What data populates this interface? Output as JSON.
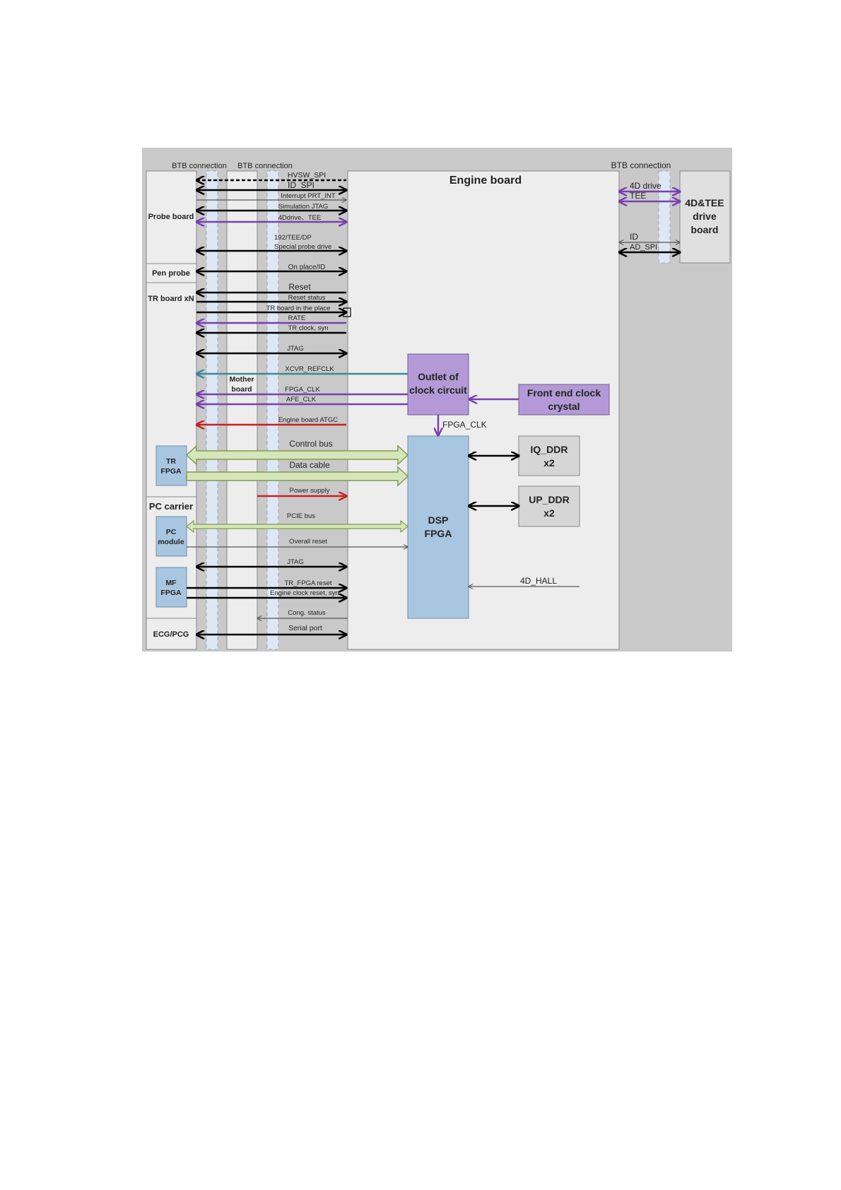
{
  "headers": {
    "btb_left_1": "BTB connection",
    "btb_left_2": "BTB connection",
    "btb_right": "BTB connection"
  },
  "boards": {
    "probe_board": "Probe board",
    "pen_probe": "Pen probe",
    "tr_board": "TR board xN",
    "pc_carrier": "PC carrier",
    "ecg_pcg": "ECG/PCG",
    "mother_board": [
      "Mother",
      "board"
    ],
    "engine_board": "Engine board",
    "drive_board": [
      "4D&TEE",
      "drive",
      "board"
    ]
  },
  "chips": {
    "tr_fpga": [
      "TR",
      "FPGA"
    ],
    "pc_module": [
      "PC",
      "module"
    ],
    "mf_fpga": [
      "MF",
      "FPGA"
    ],
    "outlet_clock": [
      "Outlet of",
      "clock circuit"
    ],
    "front_end_clock": [
      "Front end clock",
      "crystal"
    ],
    "dsp_fpga": [
      "DSP",
      "FPGA"
    ],
    "iq_ddr": [
      "IQ_DDR",
      "x2"
    ],
    "up_ddr": [
      "UP_DDR",
      "x2"
    ]
  },
  "signals": {
    "hvsw_spi": "HVSW_SPI",
    "id_spi": "ID_SPI",
    "interrupt": "Interrupt PRT_INT",
    "sim_jtag": "Simulation JTAG",
    "drive_4d_tee": "4Ddrive、TEE",
    "probe_192": "192/TEE/DP",
    "special_probe": "Special probe drive",
    "on_place": "On place/ID",
    "reset": "Reset",
    "reset_status": "Reset status",
    "tr_in_place": "TR board in the place",
    "rate": "RATE",
    "tr_clock": "TR clock, syn",
    "jtag1": "JTAG",
    "xcvr": "XCVR_REFCLK",
    "fpga_clk": "FPGA_CLK",
    "afe_clk": "AFE_CLK",
    "atgc": "Engine board ATGC",
    "control_bus": "Control bus",
    "data_cable": "Data cable",
    "power_supply": "Power supply",
    "pcie": "PCIE bus",
    "overall_reset": "Overall reset",
    "jtag2": "JTAG",
    "tr_fpga_reset": "TR_FPGA reset",
    "engine_clock_reset": "Engine clock reset, syn",
    "cong_status": "Cong. status",
    "serial_port": "Serial port",
    "fpga_clk_down": "FPGA_CLK",
    "drive_4d": "4D drive",
    "tee": "TEE",
    "id": "ID",
    "ad_spi": "AD_SPI",
    "hall_4d": "4D_HALL"
  },
  "colors": {
    "purple": "#7a3fb0",
    "teal": "#3a8a99",
    "red": "#cc1f1f",
    "green_fill": "#d6e6b8",
    "green_stroke": "#7f9a55",
    "chip_blue": "#a9c6e0",
    "clock_purple": "#b39ad6",
    "gray_bg": "#c9c9c9"
  }
}
